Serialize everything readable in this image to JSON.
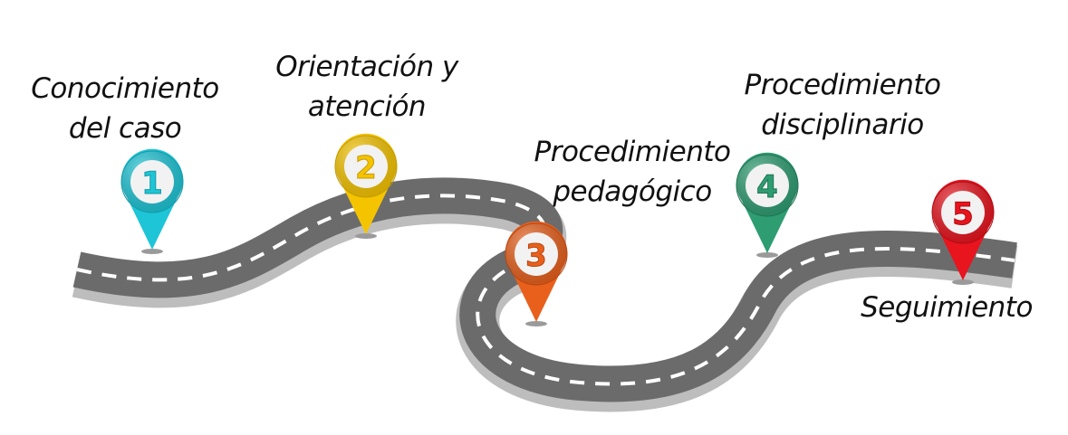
{
  "steps": [
    {
      "number": "1",
      "label_lines": [
        "Conocimiento",
        "del caso"
      ],
      "color": "#1ec5d6",
      "dark": "#139aa8"
    },
    {
      "number": "2",
      "label_lines": [
        "Orientación y",
        "atención"
      ],
      "color": "#f5c400",
      "dark": "#c49a00"
    },
    {
      "number": "3",
      "label_lines": [
        "Procedimiento",
        "pedagógico"
      ],
      "color": "#e8601c",
      "dark": "#b84510"
    },
    {
      "number": "4",
      "label_lines": [
        "Procedimiento",
        "disciplinario"
      ],
      "color": "#2e9d72",
      "dark": "#1f7352"
    },
    {
      "number": "5",
      "label_lines": [
        "Seguimiento"
      ],
      "color": "#e8141e",
      "dark": "#b00a12"
    }
  ],
  "road": {
    "asphalt": "#6b6b6b",
    "edge": "#bdbdbd",
    "dash": "#ffffff"
  }
}
